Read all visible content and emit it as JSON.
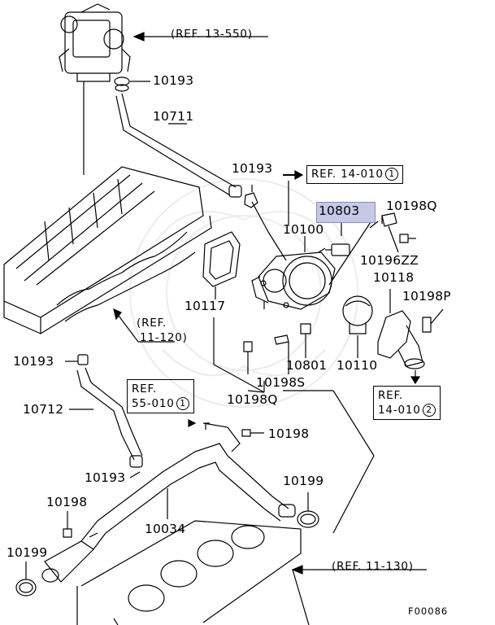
{
  "refs": {
    "r13_550": "(REF. 13-550)",
    "r11_120a": "(REF.",
    "r11_120b": "11-120)",
    "r11_130": "(REF. 11-130)",
    "r14_010_1_text": "REF. 14-010",
    "r14_010_1_num": "1",
    "r55_010_a": "REF.",
    "r55_010_b": "55-010",
    "r55_010_num": "1",
    "r14_010_2_a": "REF.",
    "r14_010_2_b": "14-010",
    "r14_010_2_num": "2"
  },
  "parts": {
    "p10193_a": "10193",
    "p10711": "10711",
    "p10193_b": "10193",
    "p10803": "10803",
    "p10198Q_a": "10198Q",
    "p10100": "10100",
    "p10196ZZ": "10196ZZ",
    "p10118": "10118",
    "p10198P": "10198P",
    "p10117": "10117",
    "p10193_c": "10193",
    "p10801": "10801",
    "p10110": "10110",
    "p10198S": "10198S",
    "p10198Q_b": "10198Q",
    "p10712": "10712",
    "p10198_a": "10198",
    "p10193_d": "10193",
    "p10199_a": "10199",
    "p10198_b": "10198",
    "p10034": "10034",
    "p10199_b": "10199"
  },
  "figure_id": "F00086",
  "colors": {
    "highlight": "#c7c8e6",
    "line": "#000000"
  }
}
